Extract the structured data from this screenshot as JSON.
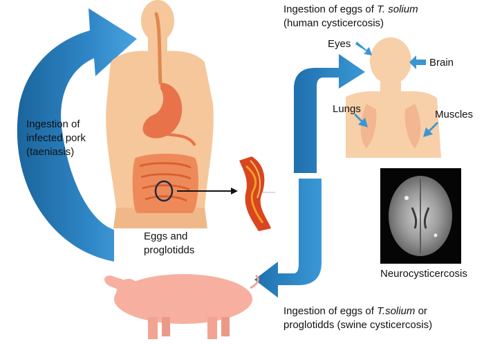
{
  "labels": {
    "human_line1_prefix": "Ingestion of eggs of ",
    "human_line1_species": "T. solium",
    "human_line2": "(human cysticercosis)",
    "pork_line1": "Ingestion of",
    "pork_line2": "infected pork",
    "pork_line3": "(taeniasis)",
    "eggs_line1": "Eggs and",
    "eggs_line2": "proglotidds",
    "swine_line1_prefix": "Ingestion of eggs of ",
    "swine_line1_species": "T.solium",
    "swine_line1_suffix": " or",
    "swine_line2": "proglotidds (swine cysticercosis)",
    "eyes": "Eyes",
    "brain": "Brain",
    "lungs": "Lungs",
    "muscles": "Muscles",
    "neuro": "Neurocysticercosis"
  },
  "colors": {
    "cycle_arrow": "#2f86c6",
    "cycle_arrow_dark": "#1f6ea8",
    "human_body": "#f6c79a",
    "organ": "#e8734a",
    "tapeworm_segment": "#d9451f",
    "pig": "#f7b0a0",
    "organ_pointer": "#3a96d2",
    "scan_background": "#050505"
  }
}
